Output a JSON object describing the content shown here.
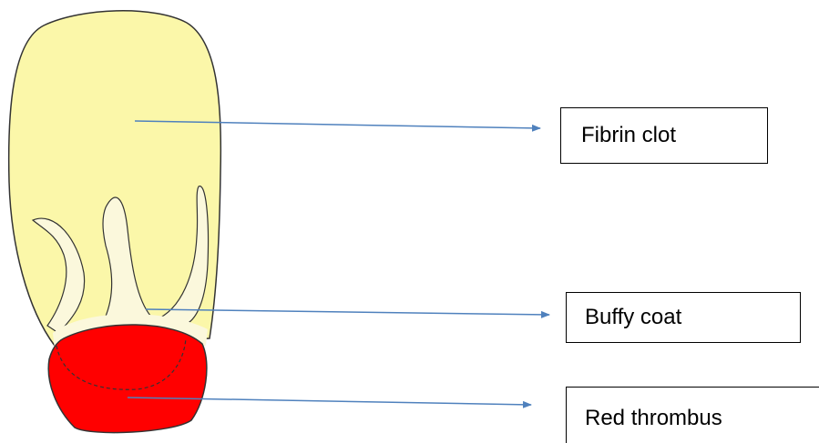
{
  "labels": {
    "fibrin_clot": "Fibrin clot",
    "buffy_coat": "Buffy coat",
    "red_thrombus": "Red thrombus"
  },
  "colors": {
    "fibrin_fill": "#fbf7a9",
    "buffy_fill": "#fbf8dc",
    "red_fill": "#ff0000",
    "arrow": "#4f81bd",
    "outline": "#333333"
  }
}
